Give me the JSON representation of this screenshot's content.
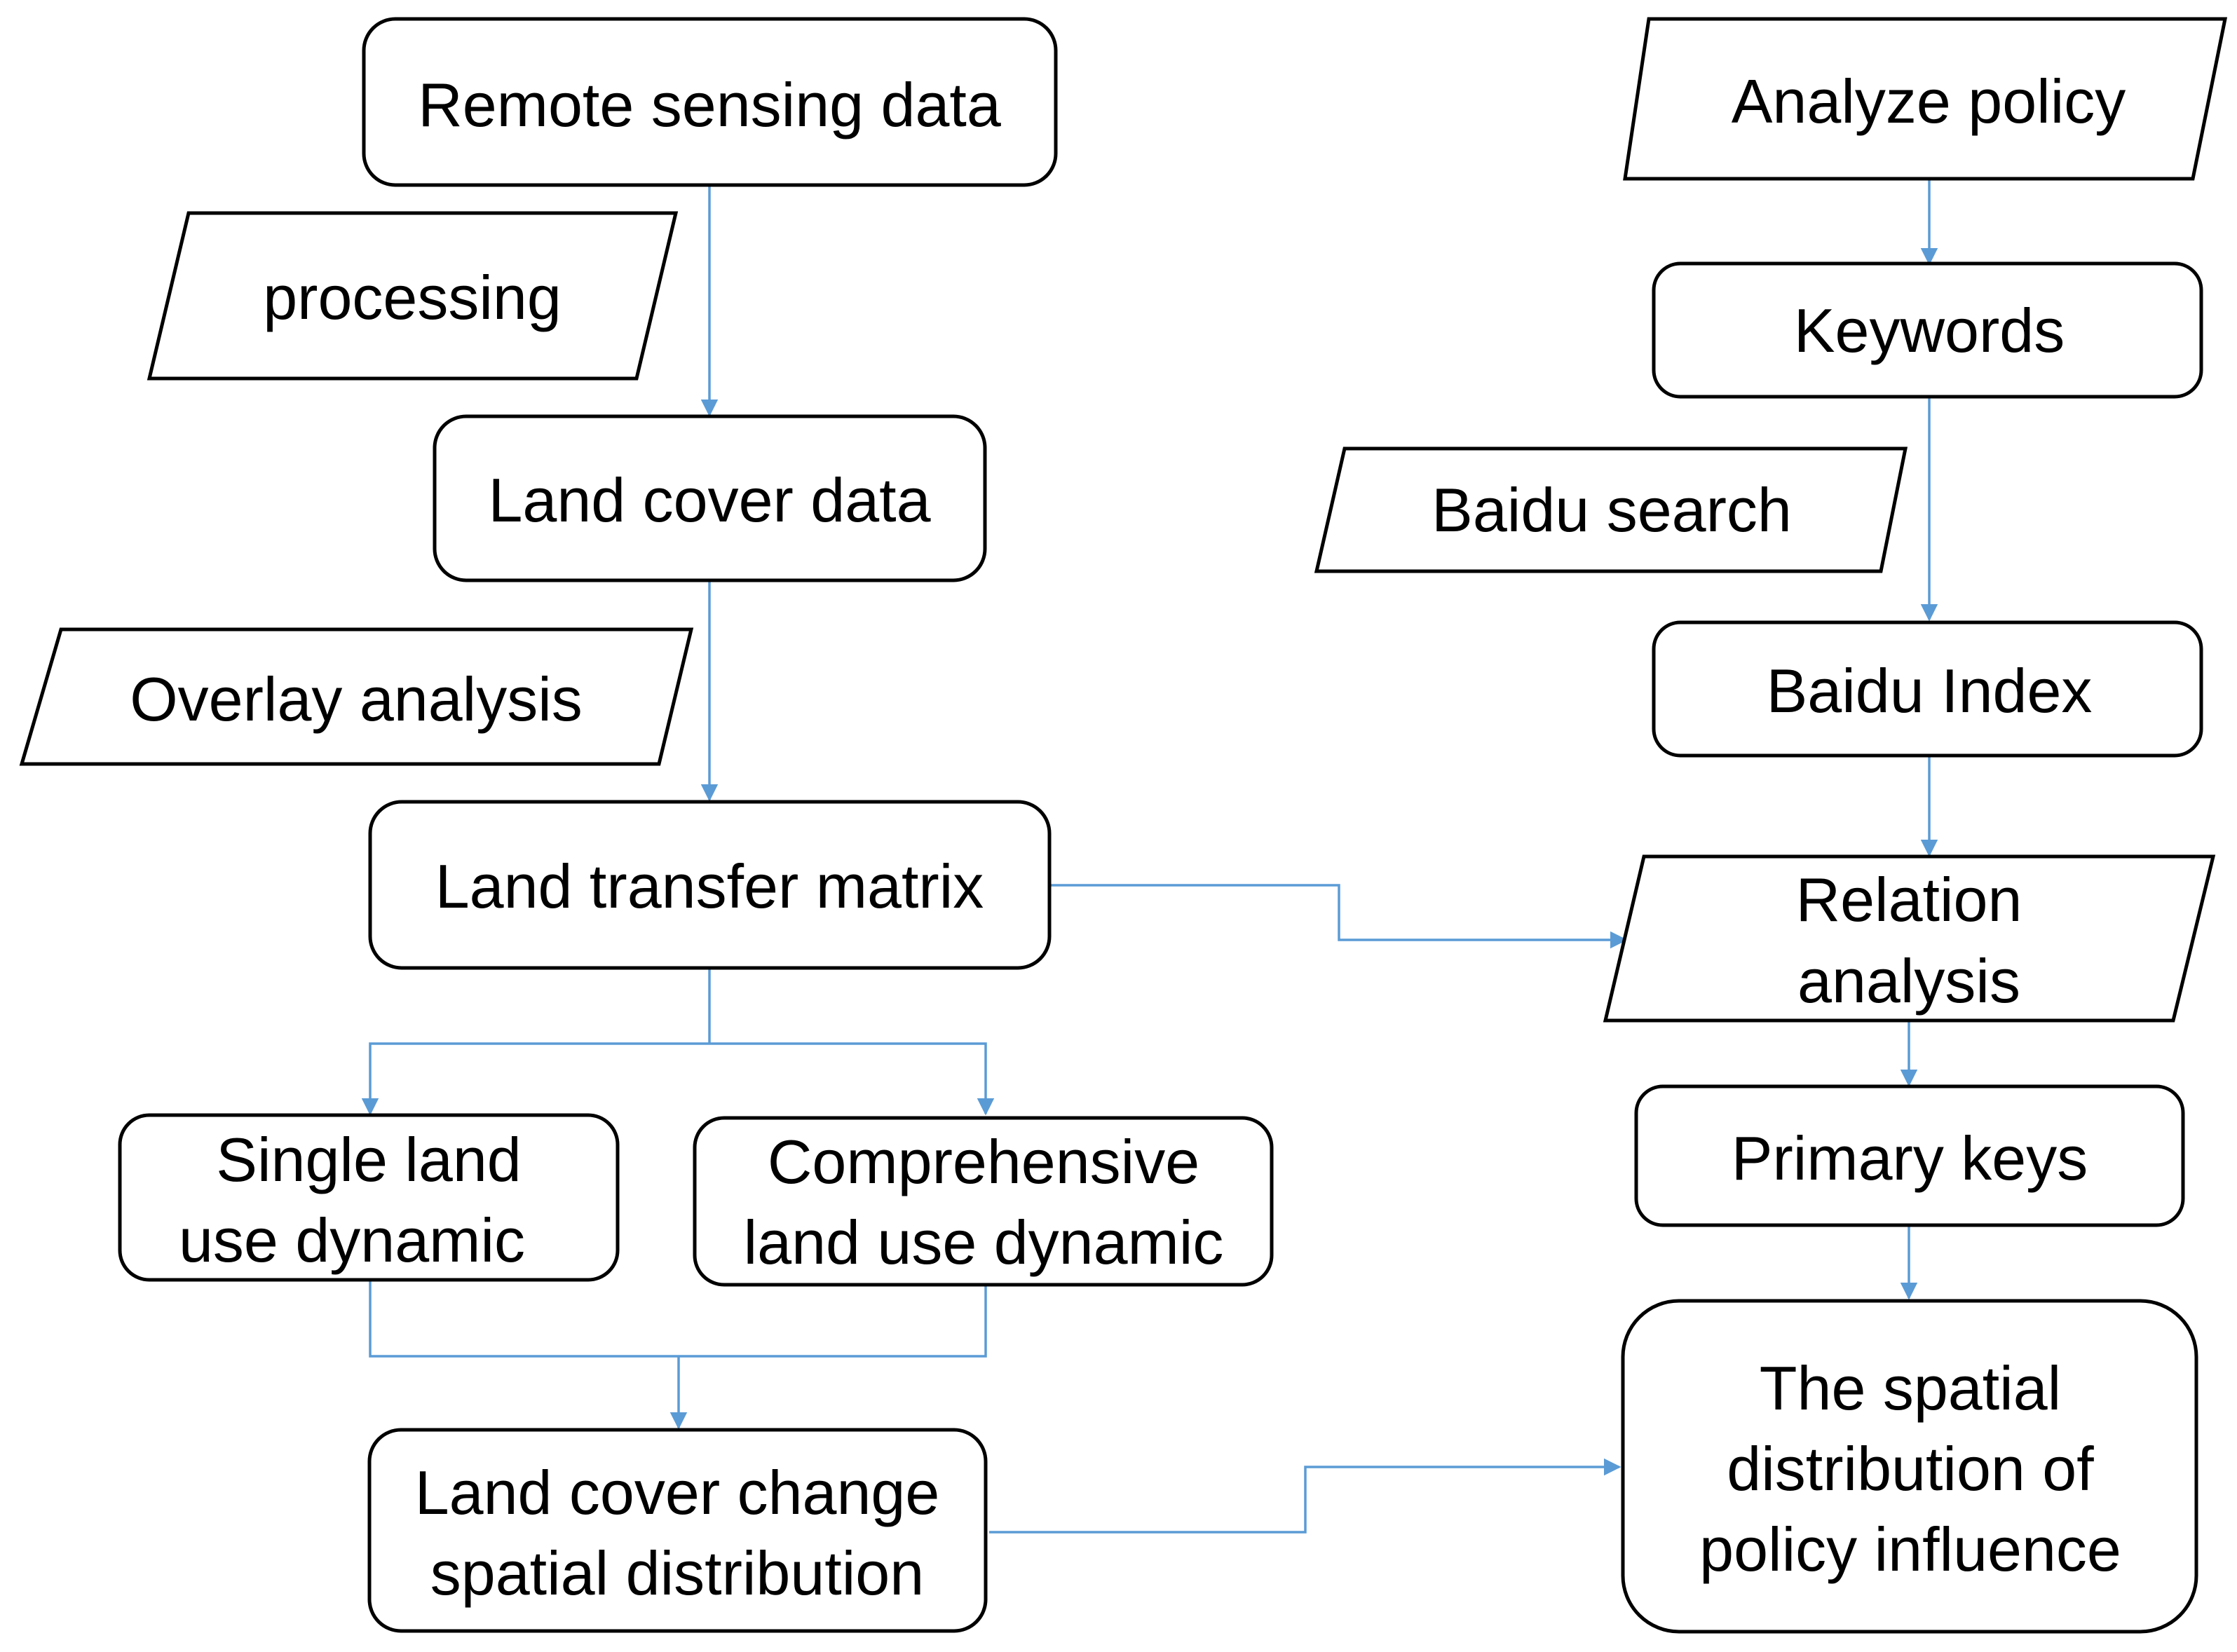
{
  "diagram": {
    "colors": {
      "node_stroke": "#000000",
      "connector": "#5b9bd5",
      "background": "#ffffff"
    },
    "nodes": {
      "remote_sensing_data": {
        "shape": "rounded-rect",
        "lines": [
          "Remote sensing data"
        ]
      },
      "processing": {
        "shape": "parallelogram",
        "lines": [
          "processing"
        ]
      },
      "land_cover_data": {
        "shape": "rounded-rect",
        "lines": [
          "Land cover data"
        ]
      },
      "overlay_analysis": {
        "shape": "parallelogram",
        "lines": [
          "Overlay analysis"
        ]
      },
      "land_transfer_matrix": {
        "shape": "rounded-rect",
        "lines": [
          "Land transfer matrix"
        ]
      },
      "single_land_use_dynamic": {
        "shape": "rounded-rect",
        "lines": [
          "Single land",
          "use dynamic"
        ]
      },
      "comprehensive_land_use_dynamic": {
        "shape": "rounded-rect",
        "lines": [
          "Comprehensive",
          "land use dynamic"
        ]
      },
      "land_cover_change_spatial_distribution": {
        "shape": "rounded-rect",
        "lines": [
          "Land cover change",
          "spatial distribution"
        ]
      },
      "analyze_policy": {
        "shape": "parallelogram",
        "lines": [
          "Analyze policy"
        ]
      },
      "keywords": {
        "shape": "rounded-rect",
        "lines": [
          "Keywords"
        ]
      },
      "baidu_search": {
        "shape": "parallelogram",
        "lines": [
          "Baidu search"
        ]
      },
      "baidu_index": {
        "shape": "rounded-rect",
        "lines": [
          "Baidu Index"
        ]
      },
      "relation_analysis": {
        "shape": "parallelogram",
        "lines": [
          "Relation",
          "analysis"
        ]
      },
      "primary_keys": {
        "shape": "rounded-rect",
        "lines": [
          "Primary keys"
        ]
      },
      "spatial_distribution_policy_influence": {
        "shape": "rounded-rect",
        "lines": [
          "The spatial",
          "distribution of",
          "policy influence"
        ]
      }
    },
    "edges": [
      {
        "from": "remote_sensing_data",
        "to": "land_cover_data"
      },
      {
        "from": "land_cover_data",
        "to": "land_transfer_matrix"
      },
      {
        "from": "land_transfer_matrix",
        "to": "single_land_use_dynamic"
      },
      {
        "from": "land_transfer_matrix",
        "to": "comprehensive_land_use_dynamic"
      },
      {
        "from": "single_land_use_dynamic",
        "to": "land_cover_change_spatial_distribution"
      },
      {
        "from": "comprehensive_land_use_dynamic",
        "to": "land_cover_change_spatial_distribution"
      },
      {
        "from": "land_transfer_matrix",
        "to": "relation_analysis"
      },
      {
        "from": "analyze_policy",
        "to": "keywords"
      },
      {
        "from": "keywords",
        "to": "baidu_index"
      },
      {
        "from": "baidu_index",
        "to": "relation_analysis"
      },
      {
        "from": "relation_analysis",
        "to": "primary_keys"
      },
      {
        "from": "primary_keys",
        "to": "spatial_distribution_policy_influence"
      },
      {
        "from": "land_cover_change_spatial_distribution",
        "to": "spatial_distribution_policy_influence"
      }
    ]
  }
}
